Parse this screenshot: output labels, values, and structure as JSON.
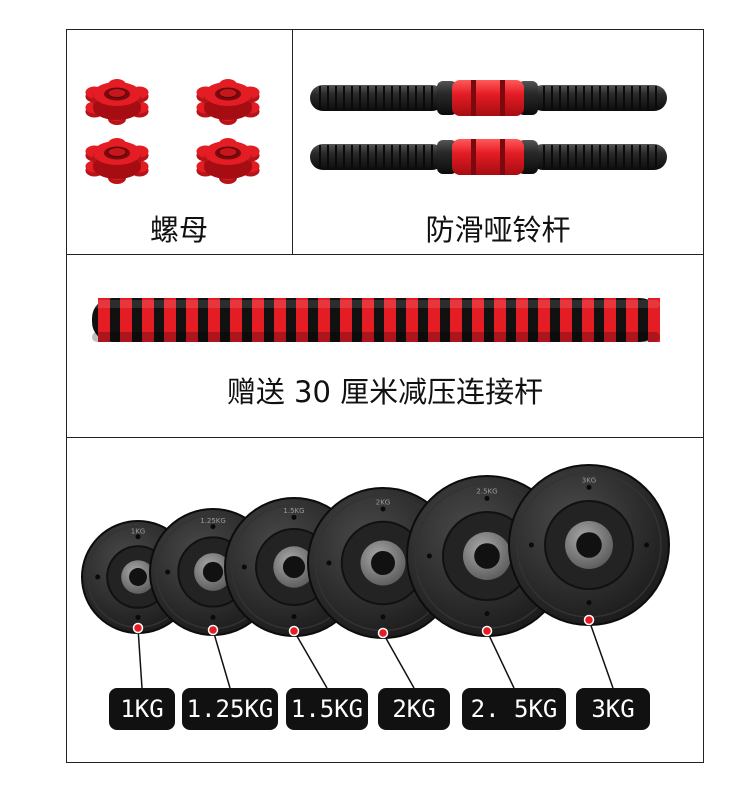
{
  "sections": {
    "nut": {
      "caption": "螺母"
    },
    "handle": {
      "caption": "防滑哑铃杆"
    },
    "connector": {
      "caption": "赠送 30 厘米减压连接杆"
    }
  },
  "plates": [
    {
      "label": "1KG",
      "engraving": "1KG"
    },
    {
      "label": "1.25KG",
      "engraving": "1.25KG"
    },
    {
      "label": "1.5KG",
      "engraving": "1.5KG"
    },
    {
      "label": "2KG",
      "engraving": "2KG"
    },
    {
      "label": "2. 5KG",
      "engraving": "2.5KG"
    },
    {
      "label": "3KG",
      "engraving": "3KG"
    }
  ],
  "colors": {
    "red": "#e41c24",
    "black": "#1c1c1c",
    "border": "#222222"
  }
}
